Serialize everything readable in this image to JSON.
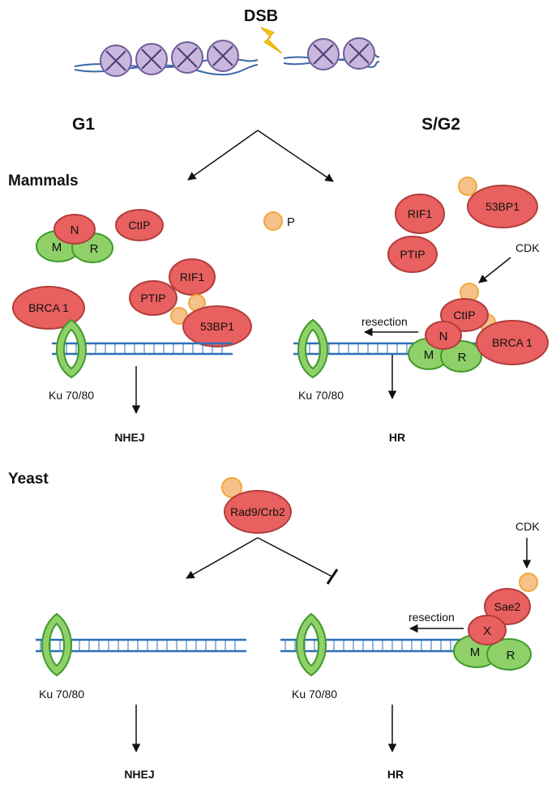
{
  "title": "DSB",
  "phases": {
    "g1": "G1",
    "sg2": "S/G2"
  },
  "sections": {
    "mammals": "Mammals",
    "yeast": "Yeast"
  },
  "proteins": {
    "n": "N",
    "m": "M",
    "r": "R",
    "x": "X",
    "ctip": "CtIP",
    "rif1": "RIF1",
    "ptip": "PTIP",
    "bp53": "53BP1",
    "brca1": "BRCA 1",
    "rad9": "Rad9/Crb2",
    "sae2": "Sae2"
  },
  "labels": {
    "p": "P",
    "cdk": "CDK",
    "resection": "resection",
    "ku": "Ku 70/80",
    "nhej": "NHEJ",
    "hr": "HR"
  },
  "colors": {
    "red_protein": "#e8605f",
    "red_stroke": "#b13e3c",
    "green_protein": "#8fd168",
    "green_stroke": "#3f9a2a",
    "phospho": "#f6c28a",
    "phospho_stroke": "#f2a83c",
    "dna": "#2d6fb8",
    "ku_green": "#8fd168",
    "histone": "#c9b7de",
    "lightning": "#f4c20d"
  }
}
